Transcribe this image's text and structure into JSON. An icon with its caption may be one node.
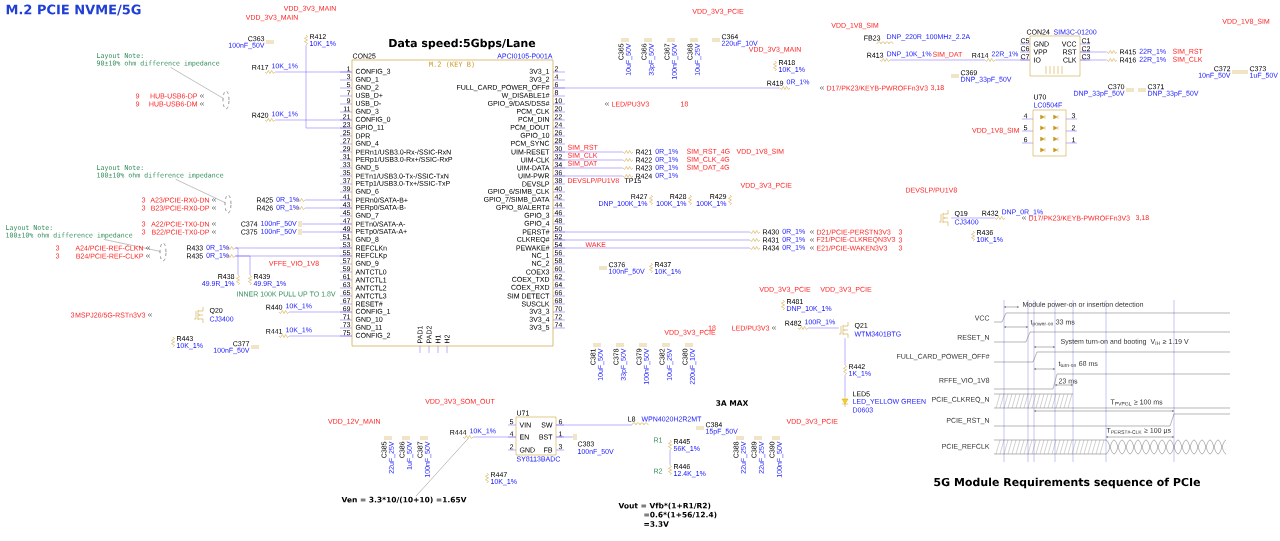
{
  "diagram": {
    "title": "M.2 PCIE NVME/5G",
    "nodes": [
      {
        "text": [
          "M.2 (KEY B)",
          "CONFIG_3",
          "GND_1",
          "GND_2",
          "USB_D+",
          "USB_D-",
          "GND_3",
          "CONFIG_0",
          "GPIO_11",
          "DPR",
          "GND_4",
          "PERn1/USB3.0-Rx-/SSIC-RxN",
          "PERp1/USB3.0-Rx+/SSIC-RxP",
          "GND_5",
          "PETn1/USB3.0-Tx-/SSIC-TxN",
          "PETp1/USB3.0-Tx+/SSIC-TxP",
          "GND_6",
          "PERn0/SATA-B+",
          "PERp0/SATA-B-",
          "GND_7",
          "PETn0/SATA-A-",
          "PETp0/SATA-A+",
          "GND_8",
          "REFCLKn",
          "REFCLKp",
          "GND_9",
          "ANTCTL0",
          "ANTCTL1",
          "ANTCTL2",
          "ANTCTL3",
          "RESET#",
          "CONFIG_1",
          "GND_10",
          "GND_11",
          "CONFIG_2",
          "3V3_1",
          "3V3_2",
          "FULL_CARD_POWER_OFF#",
          "W_DISABLE1#",
          "GPIO_9/DAS/DSS#",
          "PCM_CLK",
          "PCM_DIN",
          "PCM_DOUT",
          "GPIO_10",
          "PCM_SYNC",
          "UIM-RESET",
          "UIM-CLK",
          "UIM-DATA",
          "UIM-PWR",
          "DEVSLP",
          "GPIO_6/SIMB_CLK",
          "GPIO_7/SIMB_DATA",
          "GPIO_8/ALERT#",
          "GPIO_3",
          "GPIO_4",
          "PERST#",
          "CLKREQ#",
          "PEWAKE#",
          "NC_1",
          "NC_2",
          "COEX3",
          "COEX_TXD",
          "COEX_RXD",
          "SIM DETECT",
          "SUSCLK",
          "3V3_3",
          "3V3_4",
          "3V3_5",
          "PAD1",
          "PAD2",
          "H1",
          "H2"
        ],
        "beside": [
          "CON25",
          "APCI0105-P001A",
          "1",
          "3",
          "5",
          "7",
          "9",
          "11",
          "21",
          "23",
          "25",
          "27",
          "29",
          "31",
          "33",
          "35",
          "37",
          "39",
          "41",
          "43",
          "45",
          "47",
          "49",
          "51",
          "53",
          "55",
          "57",
          "59",
          "61",
          "63",
          "65",
          "67",
          "69",
          "71",
          "73",
          "75",
          "2",
          "4",
          "6",
          "8",
          "10",
          "20",
          "22",
          "24",
          "26",
          "28",
          "30",
          "32",
          "34",
          "36",
          "38",
          "40",
          "42",
          "44",
          "46",
          "48",
          "50",
          "52",
          "54",
          "56",
          "58",
          "60",
          "62",
          "64",
          "66",
          "68",
          "70",
          "72",
          "74"
        ]
      },
      {
        "text": [
          "GND",
          "VPP",
          "IO",
          "VCC",
          "RST",
          "CLK"
        ],
        "beside": [
          "CON24",
          "SIM3C-01200",
          "C5",
          "C6",
          "C7",
          "C1",
          "C2",
          "C3"
        ]
      },
      {
        "text": [],
        "shape": "box",
        "beside": [
          "U70",
          "LC0504F",
          "4",
          "5",
          "6",
          "3",
          "2",
          "1"
        ]
      },
      {
        "text": [
          "VIN",
          "EN",
          "GND",
          "SW",
          "BST",
          "FB"
        ],
        "beside": [
          "U71",
          "SY8113BADC",
          "5",
          "4",
          "2",
          "6",
          "1",
          "3"
        ]
      },
      {
        "text": [
          "Q20",
          "CJ3400"
        ]
      },
      {
        "text": [
          "Q19",
          "CJ3400"
        ]
      },
      {
        "text": [
          "Q21",
          "WTM3401BTG"
        ]
      },
      {
        "text": [
          "LED5",
          "LED_YELLOW GREEN",
          "D0603"
        ]
      },
      {
        "text": [
          "L8",
          "WPN4020H2R2MT"
        ]
      },
      {
        "text": [
          "FB23",
          "DNP_220R_100MHz_2.2A"
        ]
      },
      {
        "text": [
          "R412",
          "10K_1%"
        ]
      },
      {
        "text": [
          "R417",
          "10K_1%"
        ]
      },
      {
        "text": [
          "R420",
          "10K_1%"
        ]
      },
      {
        "text": [
          "R425",
          "0R_1%"
        ]
      },
      {
        "text": [
          "R426",
          "0R_1%"
        ]
      },
      {
        "text": [
          "R433",
          "0R_1%"
        ]
      },
      {
        "text": [
          "R435",
          "0R_1%"
        ]
      },
      {
        "text": [
          "R438",
          "49.9R_1%"
        ]
      },
      {
        "text": [
          "R439",
          "49.9R_1%"
        ]
      },
      {
        "text": [
          "R440",
          "10K_1%"
        ]
      },
      {
        "text": [
          "R441",
          "10K_1%"
        ]
      },
      {
        "text": [
          "R443",
          "10K_1%"
        ]
      },
      {
        "text": [
          "R418",
          "10K_1%"
        ]
      },
      {
        "text": [
          "R419",
          "0R_1%"
        ]
      },
      {
        "text": [
          "R421",
          "0R_1%"
        ]
      },
      {
        "text": [
          "R422",
          "0R_1%"
        ]
      },
      {
        "text": [
          "R423",
          "0R_1%"
        ]
      },
      {
        "text": [
          "R424",
          "0R_1%"
        ]
      },
      {
        "text": [
          "R427",
          "DNP_100K_1%"
        ]
      },
      {
        "text": [
          "R428",
          "100K_1%"
        ]
      },
      {
        "text": [
          "R429",
          "100K_1%"
        ]
      },
      {
        "text": [
          "R430",
          "0R_1%"
        ]
      },
      {
        "text": [
          "R431",
          "0R_1%"
        ]
      },
      {
        "text": [
          "R434",
          "0R_1%"
        ]
      },
      {
        "text": [
          "R437",
          "10K_1%"
        ]
      },
      {
        "text": [
          "R413",
          "DNP_10K_1%"
        ]
      },
      {
        "text": [
          "R414",
          "22R_1%"
        ]
      },
      {
        "text": [
          "R415",
          "22R_1%"
        ]
      },
      {
        "text": [
          "R416",
          "22R_1%"
        ]
      },
      {
        "text": [
          "R432",
          "DNP_0R_1%"
        ]
      },
      {
        "text": [
          "R436",
          "10K_1%"
        ]
      },
      {
        "text": [
          "R481",
          "DNP_10K_1%"
        ]
      },
      {
        "text": [
          "R482",
          "100R_1%"
        ]
      },
      {
        "text": [
          "R442",
          "1K_1%"
        ]
      },
      {
        "text": [
          "R444",
          "10K_1%"
        ]
      },
      {
        "text": [
          "R447",
          "10K_1%"
        ]
      },
      {
        "text": [
          "R445",
          "56K_1%"
        ]
      },
      {
        "text": [
          "R446",
          "12.4K_1%"
        ]
      },
      {
        "text": [
          "C363",
          "100nF_50V"
        ]
      },
      {
        "text": [
          "C374",
          "100nF_50V"
        ]
      },
      {
        "text": [
          "C375",
          "100nF_50V"
        ]
      },
      {
        "text": [
          "C377",
          "100nF_50V"
        ]
      },
      {
        "text": [
          "C364",
          "220uF_10V"
        ]
      },
      {
        "text": [
          "C365",
          "10uF_50V"
        ]
      },
      {
        "text": [
          "C366",
          "33pF_50V"
        ]
      },
      {
        "text": [
          "C367",
          "100nF_50V"
        ]
      },
      {
        "text": [
          "C368",
          "10uF_25V"
        ]
      },
      {
        "text": [
          "C376",
          "100nF_50V"
        ]
      },
      {
        "text": [
          "C381",
          "10uF_50V"
        ]
      },
      {
        "text": [
          "C378",
          "33pF_50V"
        ]
      },
      {
        "text": [
          "C379",
          "100nF_50V"
        ]
      },
      {
        "text": [
          "C382",
          "10uF_25V"
        ]
      },
      {
        "text": [
          "C380",
          "220uF_10V"
        ]
      },
      {
        "text": [
          "C369",
          "DNP_33pF_50V"
        ]
      },
      {
        "text": [
          "C370",
          "DNP_33pF_50V"
        ]
      },
      {
        "text": [
          "C371",
          "DNP_33pF_50V"
        ]
      },
      {
        "text": [
          "C372",
          "10nF_50V"
        ]
      },
      {
        "text": [
          "C373",
          "1uF_50V"
        ]
      },
      {
        "text": [
          "C385",
          "22uF_25V"
        ]
      },
      {
        "text": [
          "C386",
          "1uF_50V"
        ]
      },
      {
        "text": [
          "C387",
          "100nF_50V"
        ]
      },
      {
        "text": [
          "C383",
          "100nF_50V"
        ]
      },
      {
        "text": [
          "C384",
          "15pF_50V"
        ]
      },
      {
        "text": [
          "C388",
          "22uF_25V"
        ]
      },
      {
        "text": [
          "C389",
          "22uF_25V"
        ]
      },
      {
        "text": [
          "C390",
          "100nF_50V"
        ]
      },
      {
        "text": [
          "Layout Note:",
          "90±10% ohm difference impedance"
        ]
      },
      {
        "text": [],
        "shape": "ellipse"
      },
      {
        "text": [
          "Layout Note:",
          "100±10% ohm difference impedance"
        ]
      },
      {
        "text": [],
        "shape": "ellipse"
      },
      {
        "text": [
          "Layout Note:",
          "100±10% ohm difference impedance"
        ]
      },
      {
        "text": [],
        "shape": "ellipse"
      },
      {
        "text": [
          "Ven = 3.3*10/(10+10) =1.65V"
        ]
      }
    ],
    "edges": [
      {
        "from": 76,
        "to": 77,
        "arrow": "none",
        "color": "#4c4c4c"
      },
      {
        "from": 78,
        "to": 79,
        "arrow": "none",
        "color": "#4c4c4c"
      },
      {
        "from": 80,
        "to": 81,
        "arrow": "none",
        "color": "#4c4c4c"
      },
      {
        "from": 82,
        "to": 44,
        "arrow": "none",
        "color": "#4c4c4c"
      },
      {
        "from": 11,
        "to": 0,
        "arrow": "none"
      },
      {
        "from": 12,
        "to": 0,
        "arrow": "none"
      },
      {
        "from": 13,
        "to": 0,
        "arrow": "none"
      },
      {
        "from": 14,
        "to": 0,
        "arrow": "none"
      },
      {
        "from": 49,
        "to": 0,
        "arrow": "none"
      },
      {
        "from": 50,
        "to": 0,
        "arrow": "none"
      },
      {
        "from": 15,
        "to": 0,
        "arrow": "none"
      },
      {
        "from": 16,
        "to": 0,
        "arrow": "none"
      },
      {
        "from": 19,
        "to": 0,
        "arrow": "none"
      },
      {
        "from": 20,
        "to": 0,
        "arrow": "none"
      },
      {
        "from": 10,
        "to": 0,
        "arrow": "none"
      },
      {
        "from": 0,
        "to": 23,
        "arrow": "none"
      },
      {
        "from": 0,
        "to": 24,
        "arrow": "none"
      },
      {
        "from": 0,
        "to": 25,
        "arrow": "none"
      },
      {
        "from": 0,
        "to": 26,
        "arrow": "none"
      },
      {
        "from": 0,
        "to": 27,
        "arrow": "none"
      },
      {
        "from": 0,
        "to": 31,
        "arrow": "none"
      },
      {
        "from": 0,
        "to": 32,
        "arrow": "none"
      },
      {
        "from": 0,
        "to": 33,
        "arrow": "none"
      },
      {
        "from": 35,
        "to": 36,
        "arrow": "none"
      },
      {
        "from": 36,
        "to": 1,
        "arrow": "none"
      },
      {
        "from": 1,
        "to": 37,
        "arrow": "none"
      },
      {
        "from": 1,
        "to": 38,
        "arrow": "none"
      },
      {
        "from": 5,
        "to": 39,
        "arrow": "none"
      },
      {
        "from": 42,
        "to": 6,
        "arrow": "none"
      },
      {
        "from": 6,
        "to": 43,
        "arrow": "none"
      },
      {
        "from": 43,
        "to": 7,
        "arrow": "none"
      },
      {
        "from": 3,
        "to": 8,
        "arrow": "none"
      },
      {
        "from": 44,
        "to": 3,
        "arrow": "none"
      },
      {
        "from": 46,
        "to": 47,
        "arrow": "none"
      },
      {
        "from": 3,
        "to": 71,
        "arrow": "none"
      },
      {
        "from": 15,
        "to": 17,
        "arrow": "none"
      },
      {
        "from": 16,
        "to": 18,
        "arrow": "none"
      }
    ],
    "labels": [
      "Data speed:5Gbps/Lane",
      "VDD_3V3_MAIN",
      "VDD_3V3_MAIN",
      "9",
      "HUB-USB6-DP",
      "9",
      "HUB-USB6-DM",
      "3",
      "A23/PCIE-RX0-DN",
      "3",
      "B23/PCIE-RX0-DP",
      "3",
      "A22/PCIE-TX0-DN",
      "3",
      "B22/PCIE-TX0-DP",
      "3",
      "A24/PCIE-REF-CLKN",
      "3",
      "B24/PCIE-REF-CLKP",
      "VFFE_VIO_1V8",
      "INNER 100K PULL UP TO 1.8V",
      "3",
      "MSPJ26/5G-RSTn3V3",
      "VDD_3V3_PCIE",
      "VDD_3V3_MAIN",
      "D17/PK23/KEYB-PWROFFn3V3",
      "3,18",
      "LED/PU3V3",
      "18",
      "SIM_RST",
      "SIM_CLK",
      "SIM_DAT",
      "SIM_RST_4G",
      "VDD_1V8_SIM",
      "SIM_CLK_4G",
      "SIM_DAT_4G",
      "DEVSLP/PU1V8",
      "TP15",
      "VDD_3V3_PCIE",
      "WAKE",
      "D21/PCIE-PERSTN3V3",
      "3",
      "F21/PCIE-CLKREQN3V3",
      "3",
      "E21/PCIE-WAKEN3V3",
      "3",
      "VDD_3V3_PCIE",
      "VDD_1V8_SIM",
      "SIM_DAT",
      "SIM_RST",
      "SIM_CLK",
      "VDD_1V8_SIM",
      "VDD_1V8_SIM",
      "DEVSLP/PU1V8",
      "D17/PK23/KEYB-PWROFFn3V3",
      "3,18",
      "VDD_3V3_PCIE",
      "VDD_3V3_PCIE",
      "18",
      "LED/PU3V3",
      "VDD_3V3_SOM_OUT",
      "VDD_12V_MAIN",
      "VDD_3V3_PCIE",
      "3A MAX",
      "R1",
      "R2",
      "Vout = Vfb*(1+R1/R2)",
      "=0.6*(1+56/12.4)",
      "=3.3V",
      "5G Module Requirements  sequence of PCIe",
      "VCC",
      "RESET_N",
      "FULL_CARD_POWER_OFF#",
      "RFFE_VIO_1V8",
      "PCIE_CLKREQ_N",
      "PCIE_RST_N",
      "PCIE_REFCLK",
      "Module power-on or insertion detection",
      "t$_{power-on}$ 33 ms",
      "System turn-on and booting",
      "V$_{IH}$ ≥ 1.19 V",
      "t$_{turn-on}$ 68 ms",
      "23 ms",
      "T$_{PVPGL}$ ≥ 100 ms",
      "T$_{PERST#-CLK}$ ≥ 100 μs"
    ]
  }
}
